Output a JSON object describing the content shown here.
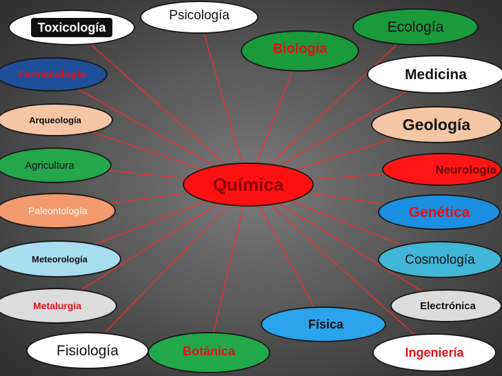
{
  "center": {
    "label": "Química",
    "fill": "#ff1010",
    "text": "#8b0000"
  },
  "nodes": [
    {
      "id": "toxicologia",
      "label": "Toxicología",
      "fill": "#ffffff",
      "text": "#ffffff",
      "chip": "#111111"
    },
    {
      "id": "psicologia",
      "label": "Psicología",
      "fill": "#ffffff",
      "text": "#111111"
    },
    {
      "id": "biologia",
      "label": "Biología",
      "fill": "#1a9a3a",
      "text": "#e0121a"
    },
    {
      "id": "ecologia",
      "label": "Ecología",
      "fill": "#1a9a3a",
      "text": "#111111"
    },
    {
      "id": "farmacologia",
      "label": "Farmacología",
      "fill": "#1f4f9a",
      "text": "#e0121a"
    },
    {
      "id": "medicina",
      "label": "Medicina",
      "fill": "#ffffff",
      "text": "#111111"
    },
    {
      "id": "arqueologia",
      "label": "Arqueología",
      "fill": "#f5c6a5",
      "text": "#111111"
    },
    {
      "id": "geologia",
      "label": "Geología",
      "fill": "#f5c6a5",
      "text": "#111111"
    },
    {
      "id": "agricultura",
      "label": "Agricultura",
      "fill": "#25a64a",
      "text": "#111111"
    },
    {
      "id": "neurologia",
      "label": "Neurología",
      "fill": "#ff1515",
      "text": "#6a0000"
    },
    {
      "id": "paleontologia",
      "label": "Paleontología",
      "fill": "#f39a6e",
      "text": "#ffffff"
    },
    {
      "id": "genetica",
      "label": "Genética",
      "fill": "#1a8fe0",
      "text": "#e0121a"
    },
    {
      "id": "meteorologia",
      "label": "Meteorología",
      "fill": "#a8dcef",
      "text": "#111111"
    },
    {
      "id": "cosmologia",
      "label": "Cosmología",
      "fill": "#41b6d6",
      "text": "#111111"
    },
    {
      "id": "metalurgia",
      "label": "Metalurgia",
      "fill": "#dcdcdc",
      "text": "#e0121a"
    },
    {
      "id": "electronica",
      "label": "Electrónica",
      "fill": "#dcdcdc",
      "text": "#111111"
    },
    {
      "id": "fisica",
      "label": "Física",
      "fill": "#2aa3ea",
      "text": "#111111"
    },
    {
      "id": "fisiologia",
      "label": "Fisiología",
      "fill": "#ffffff",
      "text": "#111111"
    },
    {
      "id": "botanica",
      "label": "Botánica",
      "fill": "#22a84a",
      "text": "#e0121a"
    },
    {
      "id": "ingenieria",
      "label": "Ingeniería",
      "fill": "#ffffff",
      "text": "#e0121a"
    }
  ],
  "colors": {
    "connector": "#ff2a2a"
  }
}
